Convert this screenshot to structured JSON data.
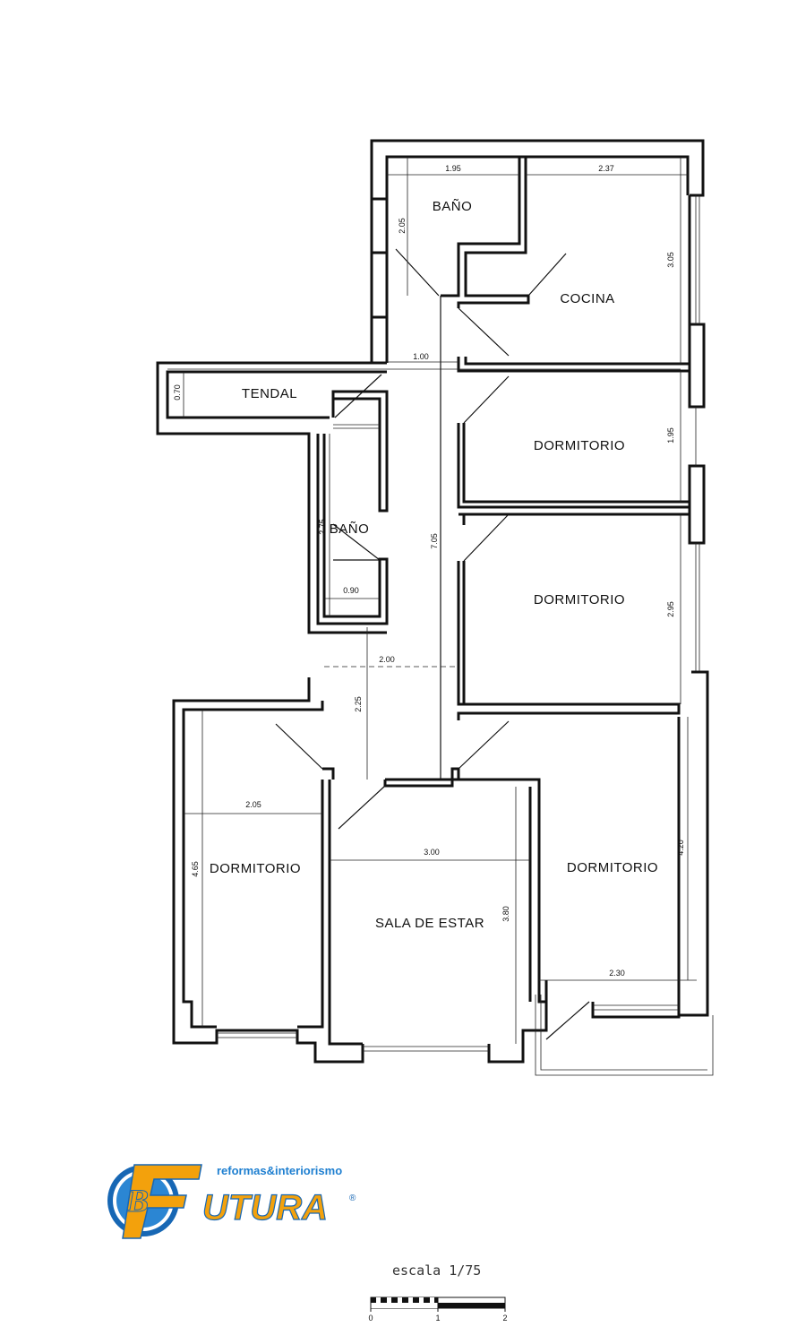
{
  "rooms": {
    "bano_1": "BAÑO",
    "cocina": "COCINA",
    "tendal": "TENDAL",
    "dormitorio_1": "DORMITORIO",
    "bano_2": "BAÑO",
    "dormitorio_2": "DORMITORIO",
    "dormitorio_3": "DORMITORIO",
    "sala": "SALA  DE  ESTAR",
    "dormitorio_4": "DORMITORIO"
  },
  "dimensions": {
    "bano_1_width": "1.95",
    "bano_1_depth": "2.05",
    "cocina_width": "2.37",
    "cocina_depth": "3.05",
    "hall_width": "1.00",
    "tendal_depth": "0.70",
    "dormitorio_1_depth": "1.95",
    "bano_2_depth": "2.75",
    "bano_2_width": "0.90",
    "corridor_length": "7.05",
    "dormitorio_2_depth": "2.95",
    "hall_2_width": "2.00",
    "hall_2_depth": "2.25",
    "dormitorio_3_width": "2.05",
    "dormitorio_3_depth": "4.65",
    "sala_width": "3.00",
    "sala_depth": "3.80",
    "dormitorio_4_depth": "4.20",
    "dormitorio_4_width": "2.30"
  },
  "logo": {
    "tagline": "reformas&interiorismo",
    "name": "UTURA",
    "registered": "®",
    "monogram_colors": {
      "blue": "#1767b4",
      "orange": "#f3a10c"
    }
  },
  "scale": {
    "label": "escala  1/75",
    "ticks": [
      "0",
      "1",
      "2"
    ]
  }
}
